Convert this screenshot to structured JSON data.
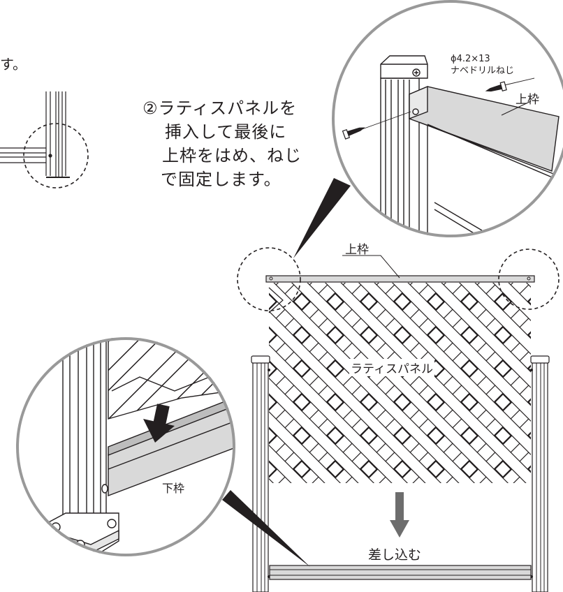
{
  "fragment_text": "す。",
  "instruction": {
    "circled_number": "②",
    "lines": [
      "ラティスパネルを",
      "挿入して最後に",
      "上枠をはめ、ねじ",
      "で固定します。"
    ]
  },
  "screw_spec": {
    "size": "ϕ4.2×13",
    "name": "ナベドリルねじ"
  },
  "labels": {
    "top_frame_zoom": "上枠",
    "top_frame": "上枠",
    "lattice_panel": "ラティスパネル",
    "insert": "差し込む",
    "bottom_frame": "下枠"
  },
  "icons": {
    "insert_arrow": "arrow-down-icon",
    "press_arrow": "arrow-down-icon",
    "screw": "screw-icon"
  },
  "colors": {
    "line": "#231f20",
    "frame_fill": "#d9d9d9",
    "arrow_fill": "#6d6d6d",
    "zoom_circle": "#999999",
    "leader_fill": "#231f20"
  }
}
